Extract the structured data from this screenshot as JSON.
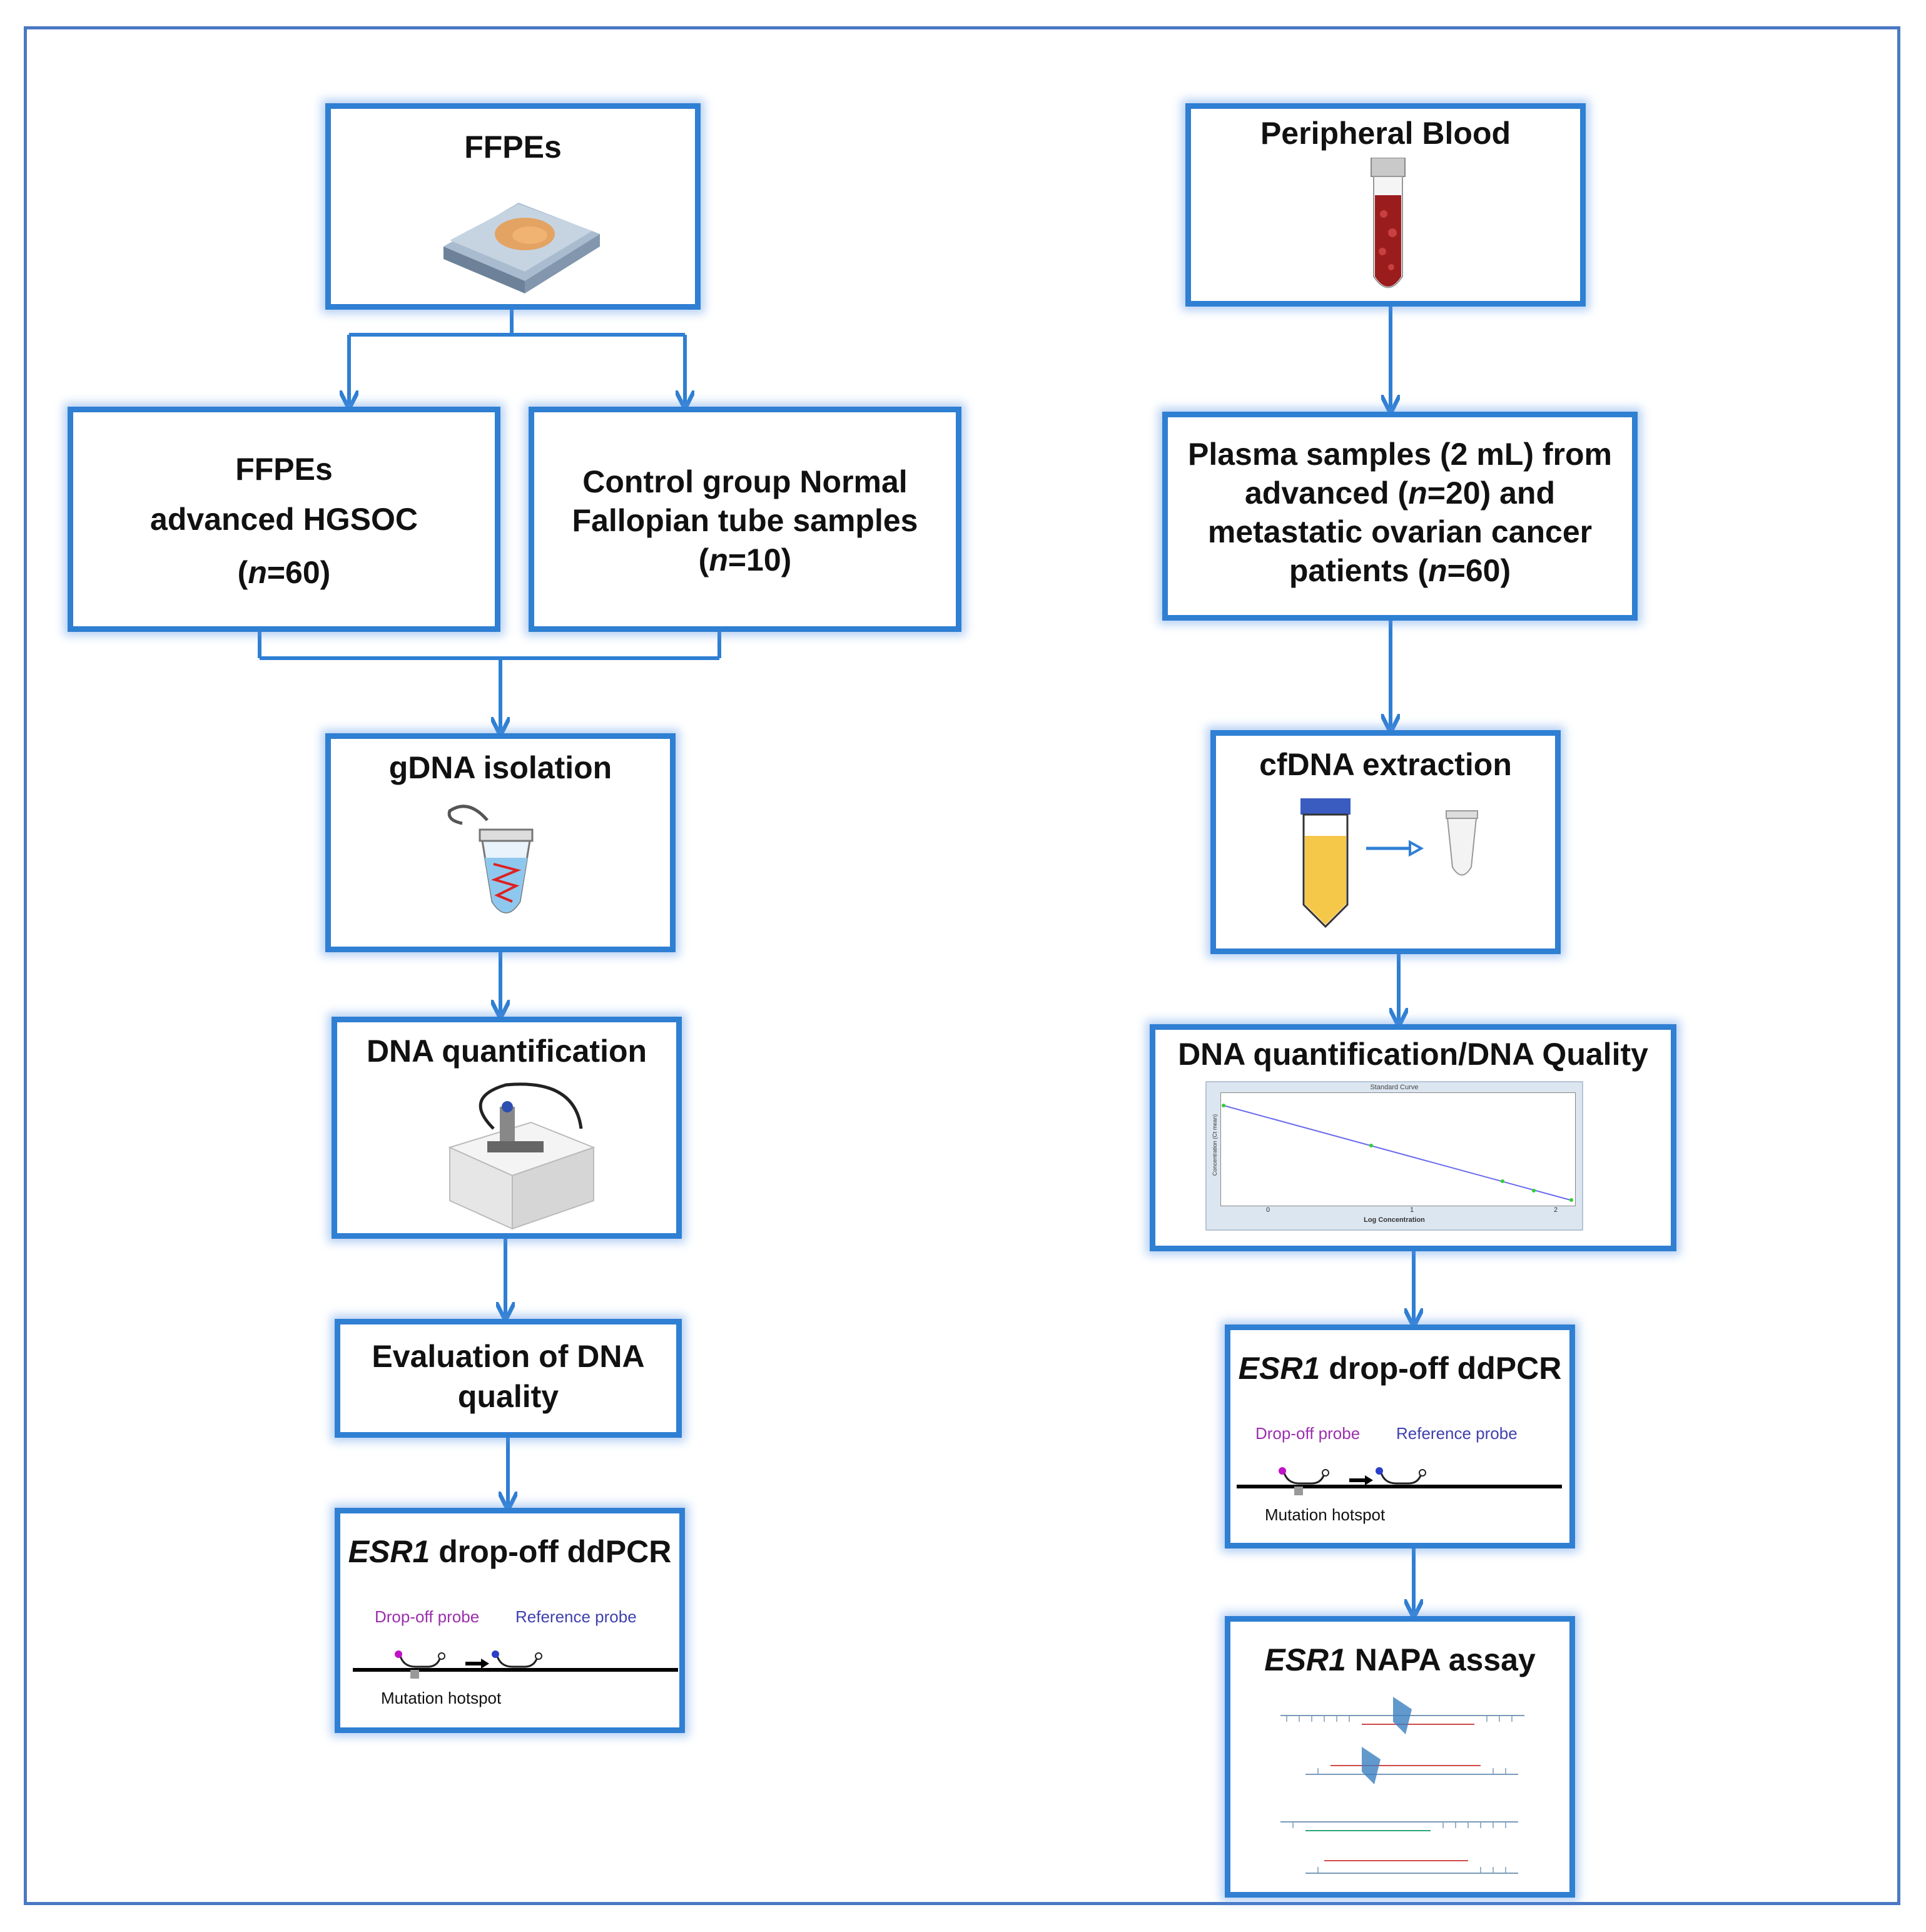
{
  "left": {
    "ffpe": {
      "title": "FFPEs"
    },
    "hgsoc": {
      "line1": "FFPEs",
      "line2": "advanced HGSOC",
      "n_prefix": "(",
      "n_var": "n",
      "n_value": "=60)"
    },
    "control": {
      "line1": "Control group Normal",
      "line2": "Fallopian tube samples",
      "n_prefix": "(",
      "n_var": "n",
      "n_value": "=10)"
    },
    "gdna": {
      "title": "gDNA isolation"
    },
    "quant": {
      "title": "DNA quantification"
    },
    "quality": {
      "line1": "Evaluation of DNA",
      "line2": "quality"
    },
    "ddpcr": {
      "gene": "ESR1",
      "rest": " drop-off ddPCR",
      "probe1": "Drop-off probe",
      "probe2": "Reference probe",
      "hotspot": "Mutation hotspot"
    }
  },
  "right": {
    "blood": {
      "title": "Peripheral Blood"
    },
    "plasma": {
      "line1": "Plasma samples (2 mL) from",
      "line2a": "advanced (",
      "n_var": "n",
      "line2b": "=20) and",
      "line3": "metastatic ovarian cancer",
      "line4a": "patients (",
      "line4b": "=60)"
    },
    "cfdna": {
      "title": "cfDNA extraction"
    },
    "quant": {
      "title": "DNA quantification/DNA Quality",
      "chart_title": "Standard Curve",
      "xlabel": "Log Concentration",
      "ylabel": "Concentration (Ct mean)",
      "xticks": [
        "0",
        "1",
        "2"
      ]
    },
    "ddpcr": {
      "gene": "ESR1",
      "rest": " drop-off ddPCR",
      "probe1": "Drop-off probe",
      "probe2": "Reference probe",
      "hotspot": "Mutation hotspot"
    },
    "napa": {
      "gene": "ESR1",
      "rest": " NAPA assay"
    }
  },
  "colors": {
    "box_border": "#2f7fd3",
    "arrow": "#2f7fd3",
    "frame": "#4a78c4",
    "dropoff_probe": "#9b2fae",
    "reference_probe": "#4040b0"
  }
}
